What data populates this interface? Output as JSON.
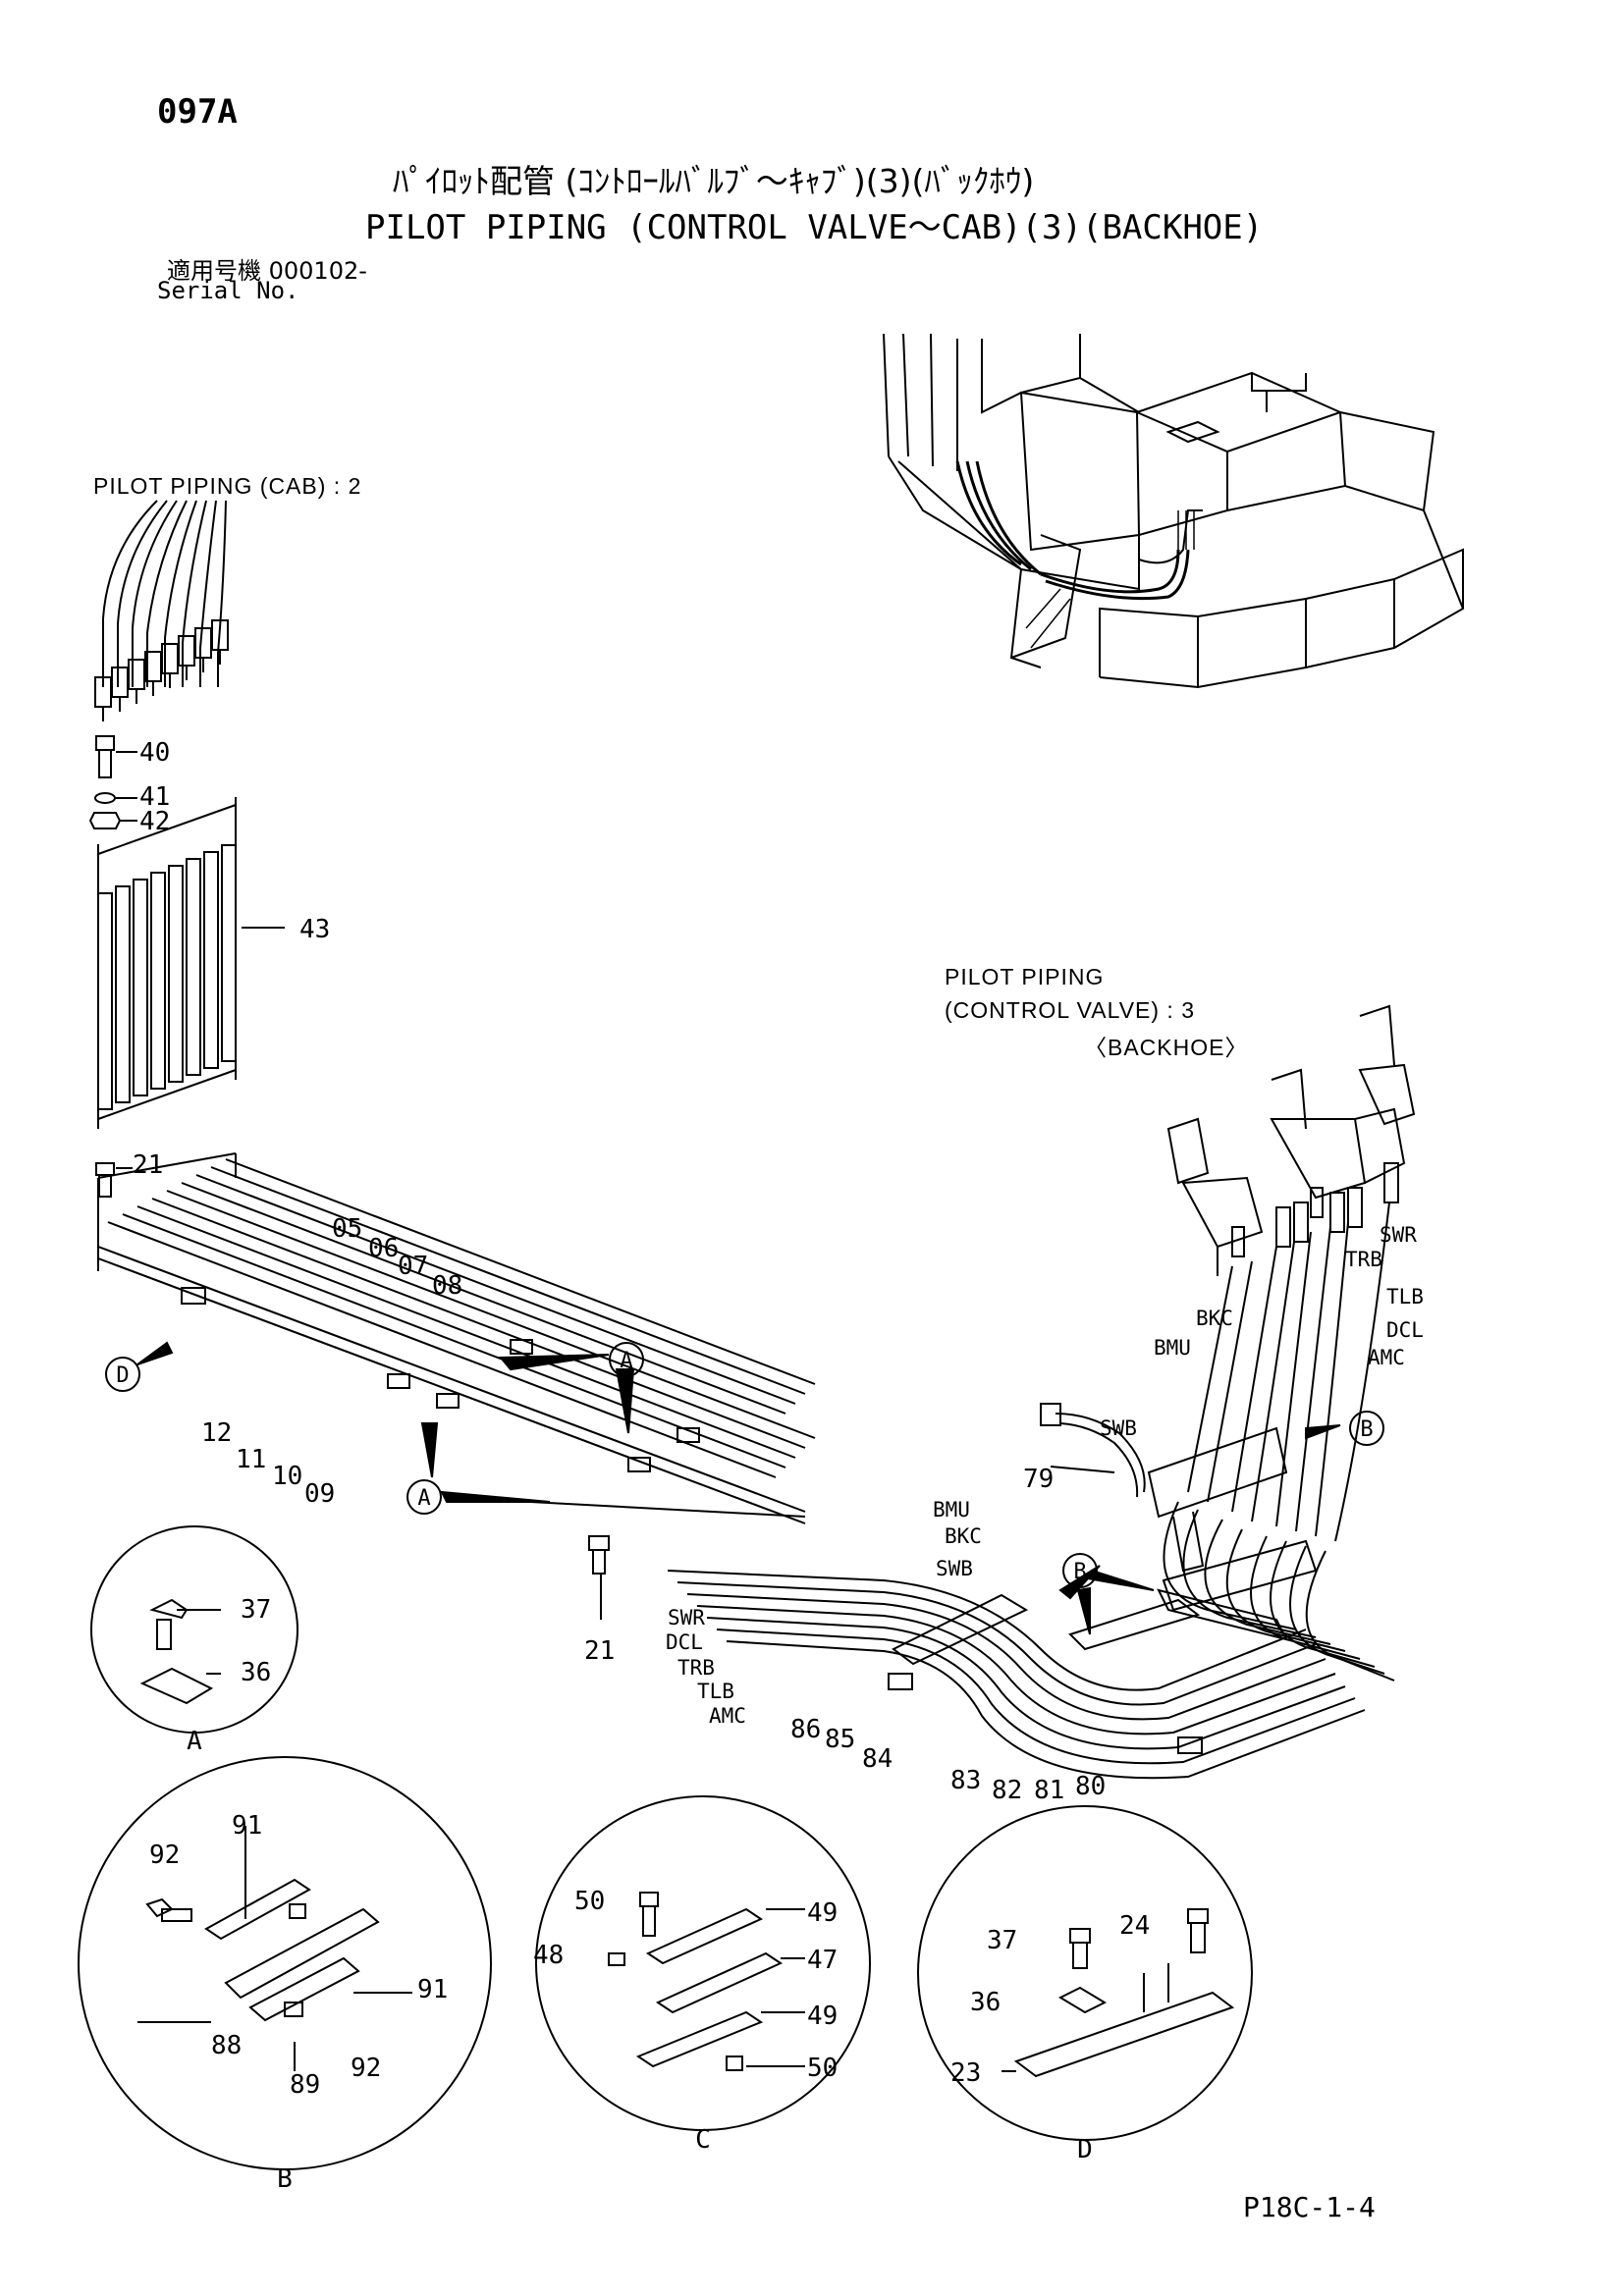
{
  "header": {
    "code": "097A",
    "title_jp": "ﾊﾟｲﾛｯﾄ配管 (ｺﾝﾄﾛｰﾙﾊﾞﾙﾌﾞ～ｷｬﾌﾞ)(3)(ﾊﾞｯｸﾎｳ)",
    "title_en": "PILOT PIPING (CONTROL VALVE～CAB)(3)(BACKHOE)",
    "serial_jp": "適用号機 000102-",
    "serial_en": "Serial No."
  },
  "section_labels": {
    "cab": "PILOT PIPING (CAB) : 2",
    "cv_line1": "PILOT PIPING",
    "cv_line2": "(CONTROL VALVE) : 3",
    "cv_line3": "〈BACKHOE〉"
  },
  "callouts": [
    "40",
    "41",
    "42",
    "43",
    "21",
    "05",
    "06",
    "07",
    "08",
    "12",
    "11",
    "10",
    "09",
    "21",
    "37",
    "36",
    "86",
    "85",
    "84",
    "83",
    "82",
    "81",
    "80",
    "79",
    "91",
    "92",
    "91",
    "88",
    "89",
    "92",
    "50",
    "49",
    "48",
    "47",
    "49",
    "50",
    "37",
    "24",
    "36",
    "23"
  ],
  "port_labels": [
    "SWR",
    "TRB",
    "TLB",
    "DCL",
    "AMC",
    "BKC",
    "BMU",
    "SWB",
    "BMU",
    "BKC",
    "SWB",
    "SWR",
    "DCL",
    "TRB",
    "TLB",
    "AMC"
  ],
  "view_markers": [
    "D",
    "A",
    "A",
    "B",
    "B"
  ],
  "detail_labels": [
    "A",
    "B",
    "C",
    "D"
  ],
  "footer": {
    "page_no": "P18C-1-4"
  }
}
